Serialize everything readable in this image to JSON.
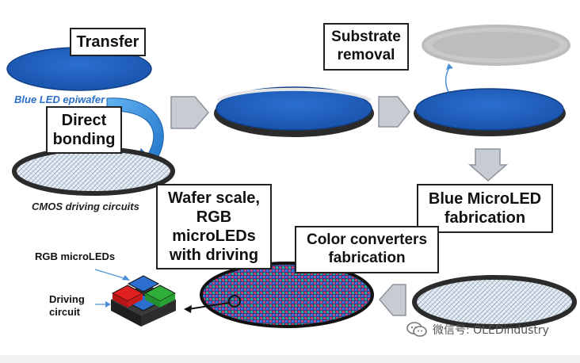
{
  "labels": {
    "transfer": "Transfer",
    "blue_led_epiwafer": "Blue LED epiwafer",
    "direct_bonding_1": "Direct",
    "direct_bonding_2": "bonding",
    "cmos_driving": "CMOS driving circuits",
    "substrate_removal_1": "Substrate",
    "substrate_removal_2": "removal",
    "blue_microled_1": "Blue MicroLED",
    "blue_microled_2": "fabrication",
    "wafer_scale_1": "Wafer scale,",
    "wafer_scale_2": "RGB",
    "wafer_scale_3": "microLEDs",
    "wafer_scale_4": "with driving",
    "color_converters_1": "Color converters",
    "color_converters_2": "fabrication",
    "rgb_microleds": "RGB microLEDs",
    "driving_circuit_1": "Driving",
    "driving_circuit_2": "circuit"
  },
  "watermark": {
    "text": "微信号: OLEDindustry"
  },
  "colors": {
    "wafer_blue": "#1f5fbf",
    "wafer_blue_edge": "#123f86",
    "arrow_gray": "#c7ccd2",
    "arrow_edge": "#8d949c",
    "dark_ring": "#2b2b2b",
    "italic_blue": "#2a6fc9",
    "red": "#e02020",
    "green": "#2fae3a",
    "blue_pixel": "#2d6fd1"
  }
}
